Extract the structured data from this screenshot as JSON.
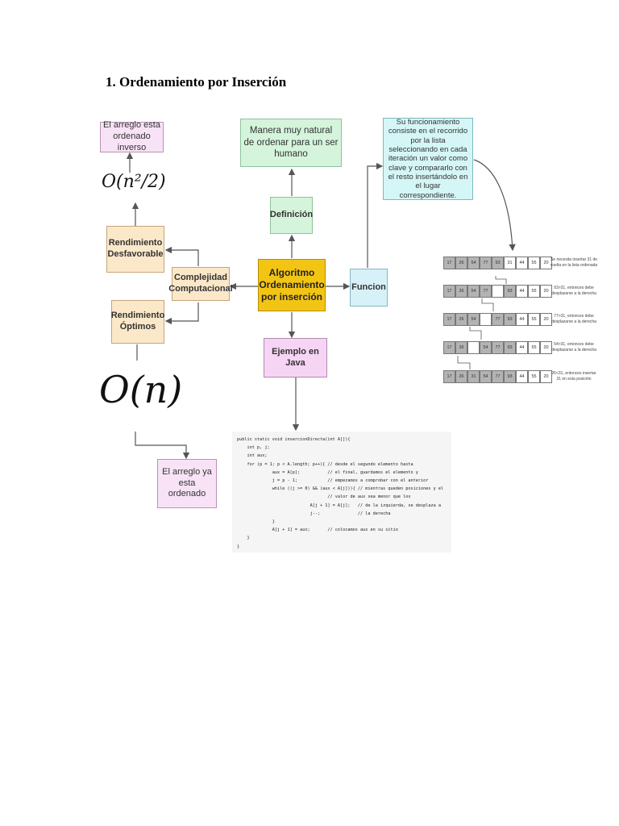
{
  "heading": "1.  Ordenamiento por Inserción",
  "nodes": {
    "inverso": "El arreglo esta ordenado inverso",
    "natural": "Manera muy natural de ordenar para un ser humano",
    "funcionamiento": "Su funcionamiento consiste en el recorrido por la lista seleccionando en cada iteración un valor como clave y compararlo con el resto insertándolo en el lugar correspondiente.",
    "definicion": "Definición",
    "desfavorable": "Rendimiento Desfavorable",
    "complejidad": "Complejidad Computacional",
    "algoritmo": "Algoritmo Ordenamiento por inserción",
    "funcion": "Funcion",
    "optimos": "Rendimiento Óptimos",
    "ejemplo": "Ejemplo en Java",
    "ordenado": "El arreglo ya esta ordenado"
  },
  "formulas": {
    "worst": "O(n²/2)",
    "best": "O(n)"
  },
  "array_steps": [
    {
      "cells": [
        "17",
        "26",
        "54",
        "77",
        "93",
        "31",
        "44",
        "55",
        "20"
      ],
      "note": "Se necesita insertar 31 de vuelta en la lista ordenada"
    },
    {
      "cells": [
        "17",
        "26",
        "54",
        "77",
        "",
        "93",
        "44",
        "55",
        "20"
      ],
      "note": "93>31, entonces debe desplazarse a la derecha"
    },
    {
      "cells": [
        "17",
        "26",
        "54",
        "",
        "77",
        "93",
        "44",
        "55",
        "20"
      ],
      "note": "77>31, entonces debe desplazarse a la derecha"
    },
    {
      "cells": [
        "17",
        "26",
        "",
        "54",
        "77",
        "93",
        "44",
        "55",
        "20"
      ],
      "note": "54>31, entonces debe desplazarse a la derecha"
    },
    {
      "cells": [
        "17",
        "26",
        "31",
        "54",
        "77",
        "93",
        "44",
        "55",
        "20"
      ],
      "note": "26<31, entonces insertar 31 en esta posición"
    }
  ],
  "code": "public static void insercionDirecta(int A[]){\n    int p, j;\n    int aux;\n    for (p = 1; p < A.length; p++){ // desde el segundo elemento hasta\n              aux = A[p];           // el final, guardamos el elemento y\n              j = p - 1;            // empezamos a comprobar con el anterior\n              while ((j >= 0) && (aux < A[j])){ // mientras queden posiciones y el\n                                    // valor de aux sea menor que los\n                             A[j + 1] = A[j];   // de la izquierda, se desplaza a\n                             j--;               // la derecha\n              }\n              A[j + 1] = aux;       // colocamos aux en su sitio\n    }\n}"
}
